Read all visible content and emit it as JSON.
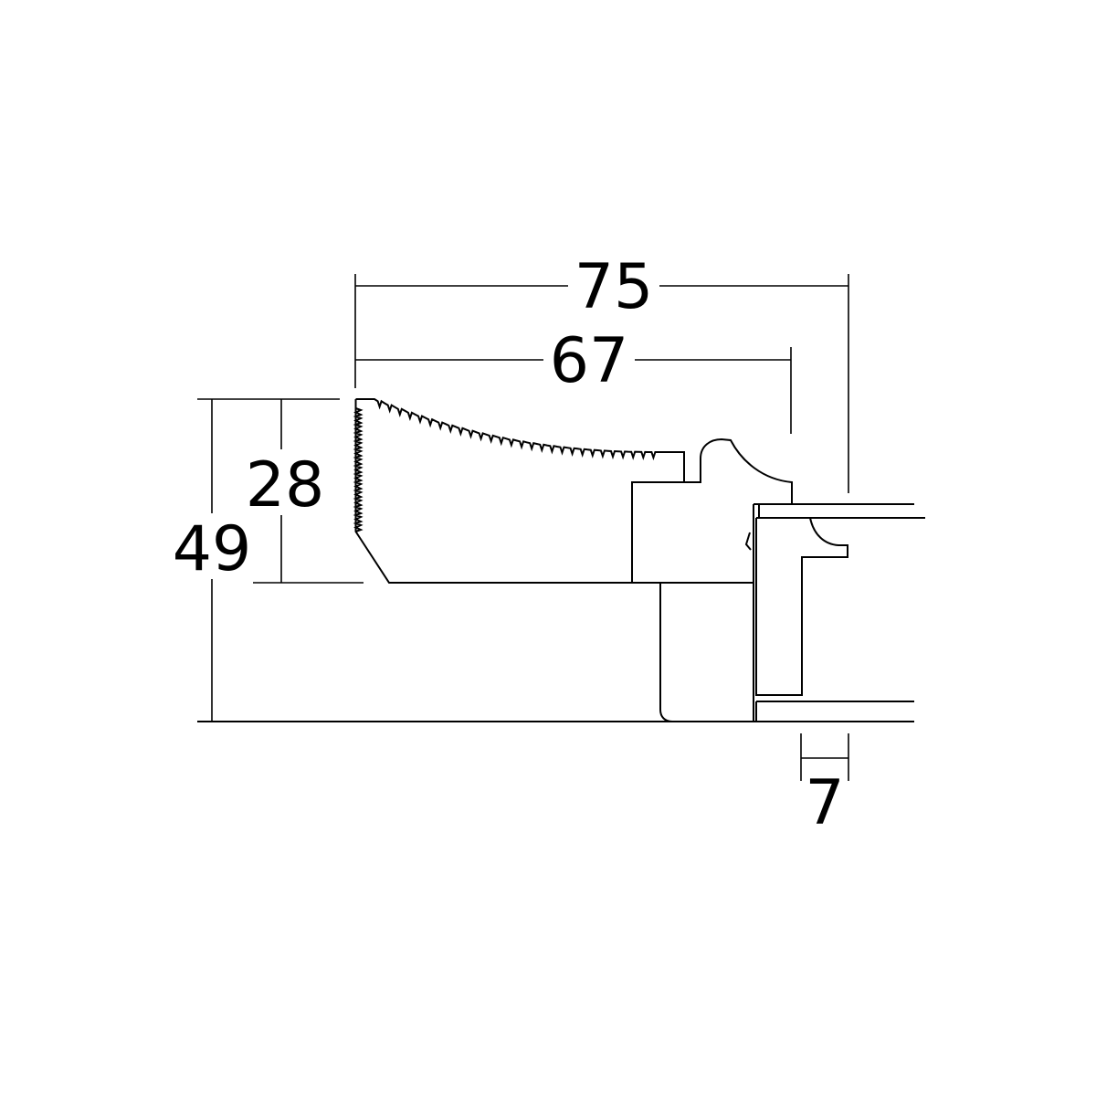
{
  "dimensions": {
    "overall_width": "75",
    "inner_width": "67",
    "overall_height": "49",
    "face_height": "28",
    "rebate_width": "7"
  },
  "colors": {
    "line": "#000000",
    "background": "#ffffff"
  }
}
